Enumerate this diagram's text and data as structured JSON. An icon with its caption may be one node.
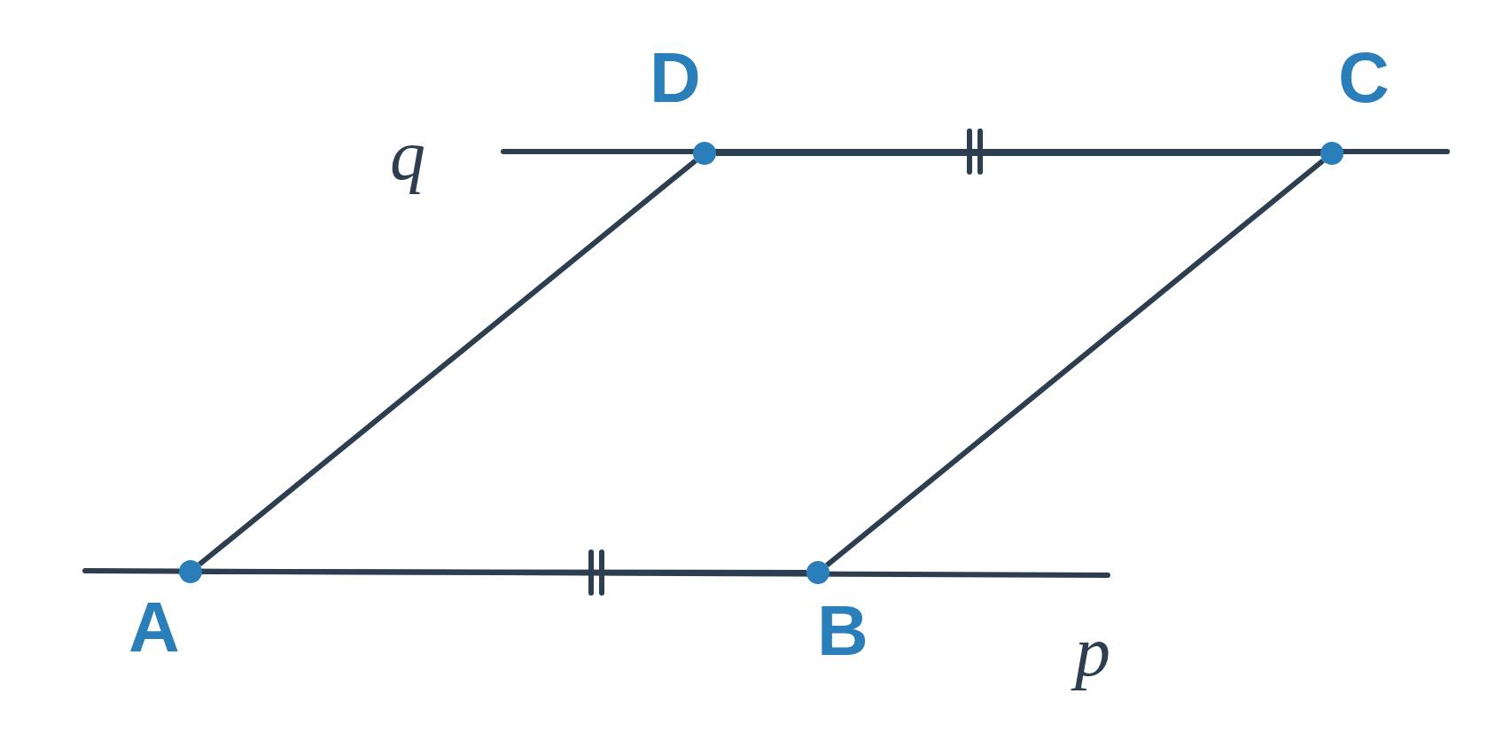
{
  "diagram": {
    "nodes": [
      {
        "text": [
          "D"
        ]
      },
      {
        "text": [
          "C"
        ]
      },
      {
        "text": [
          "A"
        ]
      },
      {
        "text": [
          "B"
        ]
      }
    ],
    "edges": [
      {
        "from": 0,
        "to": 1,
        "arrow": "none"
      },
      {
        "from": 2,
        "to": 3,
        "arrow": "none"
      },
      {
        "from": 2,
        "to": 0,
        "arrow": "none"
      },
      {
        "from": 3,
        "to": 1,
        "arrow": "none"
      }
    ],
    "labels": [
      "q",
      "p"
    ]
  }
}
